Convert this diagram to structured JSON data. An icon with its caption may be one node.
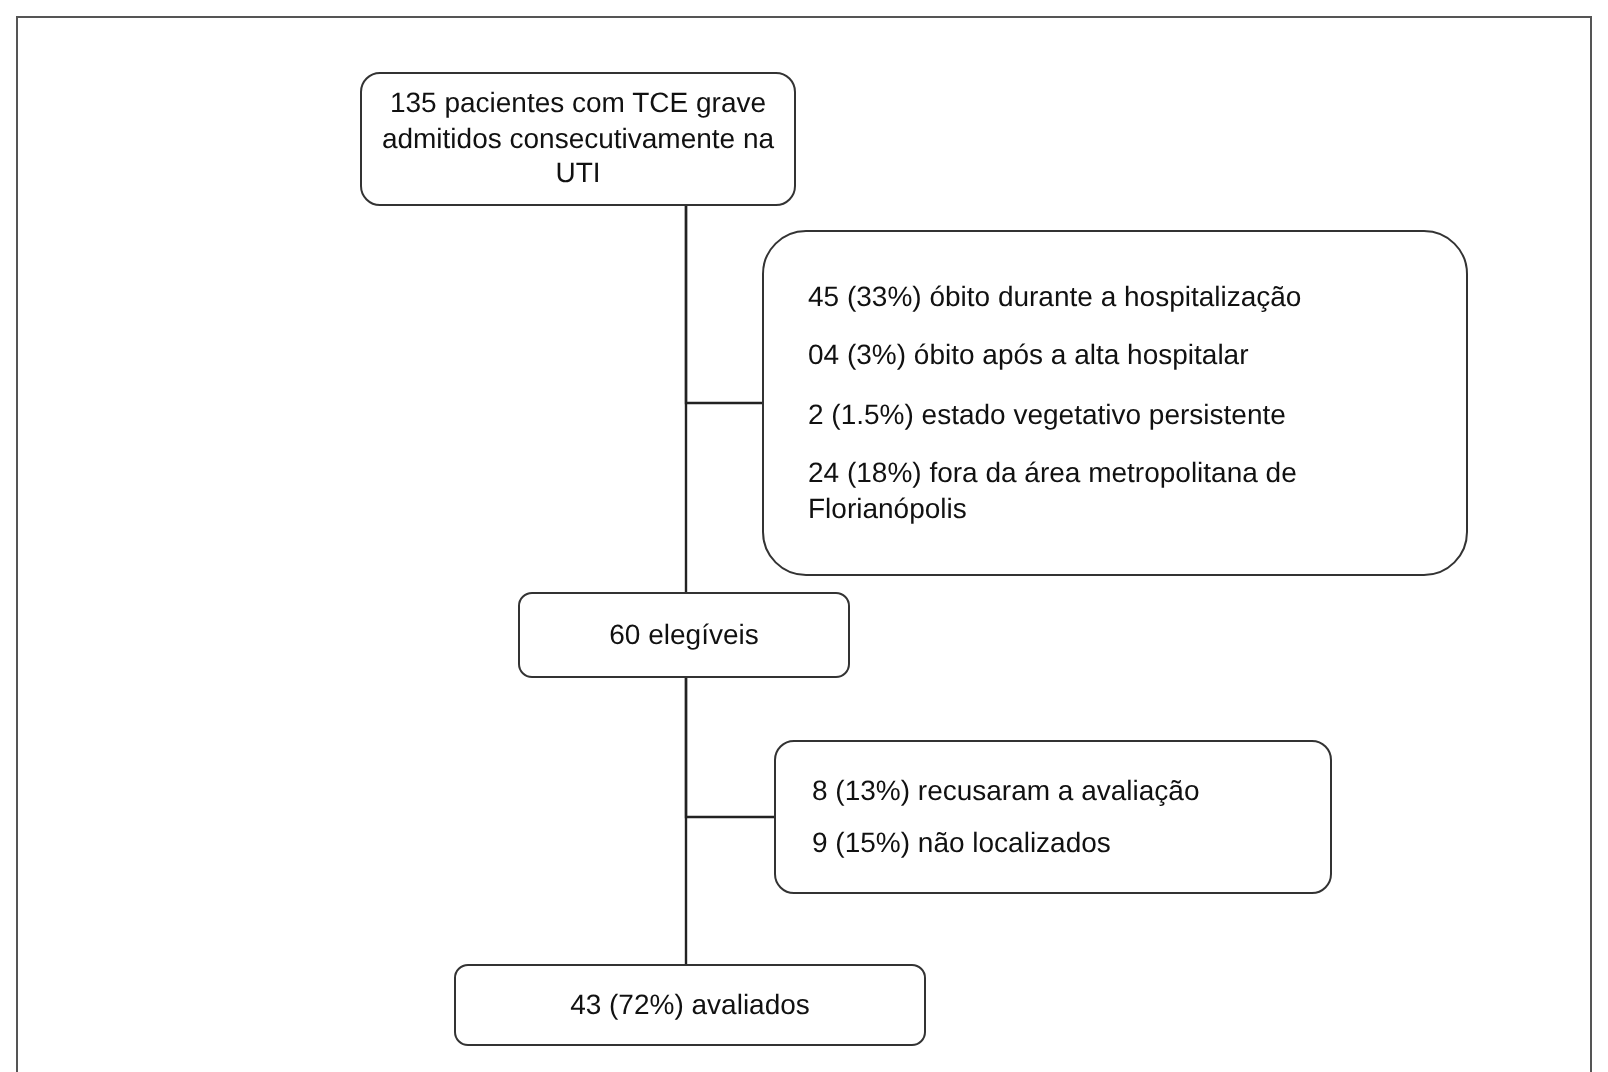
{
  "diagram": {
    "nodes": [
      {
        "text": [
          "135 pacientes com TCE grave admitidos consecutivamente na UTI"
        ]
      },
      {
        "text": [
          "45 (33%) óbito durante a hospitalização",
          "04 (3%) óbito após a alta hospitalar",
          "2 (1.5%) estado vegetativo persistente",
          "24 (18%) fora da área metropolitana de Florianópolis"
        ]
      },
      {
        "text": [
          "60 elegíveis"
        ]
      },
      {
        "text": [
          "8 (13%) recusaram a avaliação",
          "9 (15%) não localizados"
        ]
      },
      {
        "text": [
          "43 (72%) avaliados"
        ]
      }
    ],
    "edges": [
      {
        "from": 0,
        "to": 2,
        "arrow": "none"
      },
      {
        "from": 0,
        "to": 1,
        "arrow": "none"
      },
      {
        "from": 2,
        "to": 4,
        "arrow": "none"
      },
      {
        "from": 2,
        "to": 3,
        "arrow": "none"
      }
    ]
  }
}
